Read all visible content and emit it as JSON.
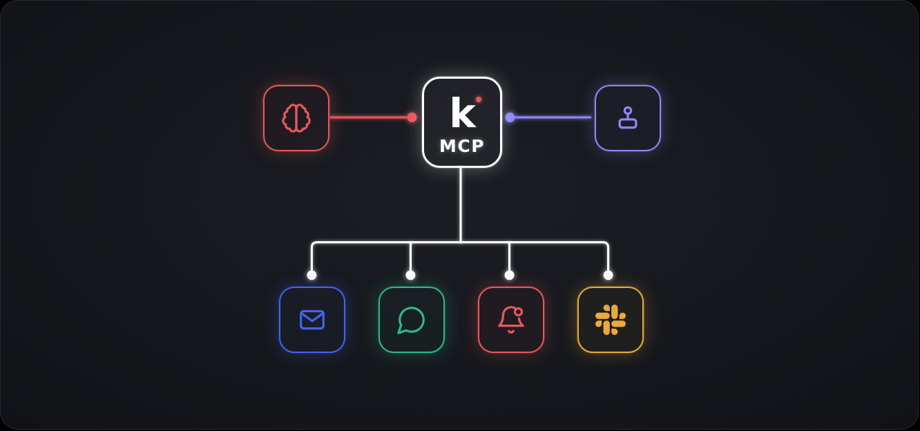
{
  "colors": {
    "red": "#e5585c",
    "purple": "#8d88f3",
    "blue": "#4263eb",
    "green": "#2eb886",
    "yellow": "#e9a93c",
    "white": "#ffffff",
    "background": "#16181d"
  },
  "hub": {
    "logo_text": "k",
    "label": "MCP"
  },
  "nodes": [
    {
      "id": "hub",
      "icon": "kestra-logo",
      "color": "white"
    },
    {
      "id": "brain",
      "icon": "brain-icon",
      "color": "red"
    },
    {
      "id": "joystick",
      "icon": "joystick-icon",
      "color": "purple"
    },
    {
      "id": "email",
      "icon": "email-icon",
      "color": "blue"
    },
    {
      "id": "chat",
      "icon": "chat-icon",
      "color": "green"
    },
    {
      "id": "bell",
      "icon": "bell-icon",
      "color": "red"
    },
    {
      "id": "slack",
      "icon": "slack-icon",
      "color": "yellow"
    }
  ]
}
